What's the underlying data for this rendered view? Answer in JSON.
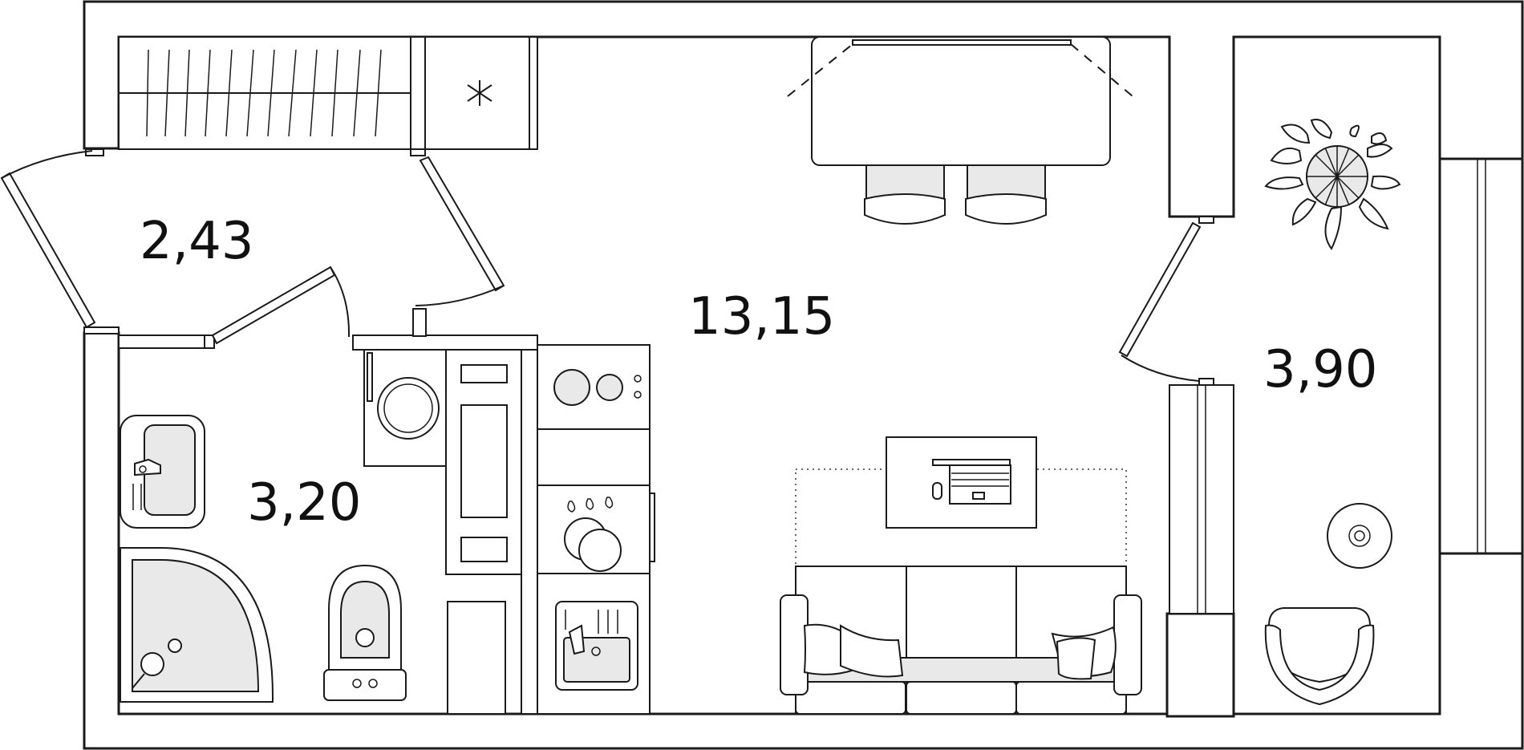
{
  "rooms": [
    {
      "id": "hallway",
      "area": "2,43"
    },
    {
      "id": "living",
      "area": "13,15"
    },
    {
      "id": "bathroom",
      "area": "3,20"
    },
    {
      "id": "balcony",
      "area": "3,90"
    }
  ],
  "icons": {
    "cold_storage": "snowflake-icon",
    "plant": "plant-icon"
  },
  "colors": {
    "line": "#1a1a1a",
    "fill_light": "#e9e9e9",
    "background": "#ffffff"
  }
}
